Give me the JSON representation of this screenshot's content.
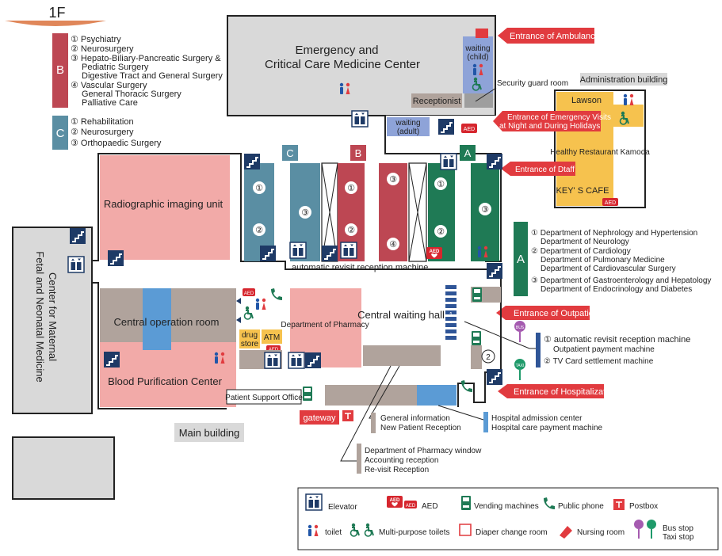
{
  "floor_label": "1F",
  "legend_b": {
    "letter": "B",
    "lines": [
      "① Psychiatry",
      "② Neurosurgery",
      "③ Hepato-Biliary-Pancreatic Surgery &",
      "Pediatric Surgery",
      "Digestive Tract and General Surgery",
      "④ Vascular Surgery",
      "General Thoracic Surgery",
      "Palliative Care"
    ]
  },
  "legend_c": {
    "letter": "C",
    "lines": [
      "① Rehabilitation",
      "② Neurosurgery",
      "③ Orthopaedic Surgery"
    ]
  },
  "legend_a": {
    "letter": "A",
    "lines": [
      "① Department of Nephrology and Hypertension",
      "Department of Neurology",
      "② Department of Cardiology",
      "Department of Pulmonary Medicine",
      "Department of Cardiovascular Surgery",
      "③ Department of Gastroenterology and Hepatology",
      "Department of Endocrinology and Diabetes"
    ]
  },
  "rooms": {
    "emergency_line1": "Emergency and",
    "emergency_line2": "Critical Care Medicine Center",
    "waiting_child_1": "waiting",
    "waiting_child_2": "(child)",
    "receptionist": "Receptionist",
    "security_guard": "Security guard room",
    "waiting_adult_1": "waiting",
    "waiting_adult_2": "(adult)",
    "administration": "Administration building",
    "lawson": "Lawson",
    "healthy_restaurant": "Healthy Restaurant Kamoda",
    "keys_cafe": "KEY' S CAFE",
    "radiographic": "Radiographic imaging unit",
    "maternal_1": "Center for Maternal",
    "maternal_2": "Fetal and Neonatal Medicine",
    "central_operation": "Central operation room",
    "blood_purification": "Blood Purification Center",
    "pharmacy": "Department of Pharmacy",
    "drug_store_1": "drug",
    "drug_store_2": "store",
    "atm": "ATM",
    "central_waiting_hall": "Central waiting hall",
    "patient_support": "Patient Support Office",
    "gateway": "gateway",
    "main_building": "Main building",
    "auto_revisit": "automatic revisit reception machine"
  },
  "block_letters": {
    "c": "C",
    "b": "B",
    "a": "A"
  },
  "block_numbers": {
    "c1": "①",
    "c2": "②",
    "c3": "③",
    "b1": "①",
    "b2": "②",
    "b3": "③",
    "b4": "④",
    "a1": "①",
    "a2": "②",
    "a3": "③"
  },
  "entrances": {
    "ambulance": "Entrance of Ambulance",
    "night_1": "Entrance of Emergency Visits",
    "night_2": "at Night and During Holidays",
    "staff": "Entrance of Dtaff",
    "outpatient": "Entrance of Outpatient",
    "hospitalization": "Entrance of Hospitalization"
  },
  "callouts": {
    "machines_1": "① automatic revisit reception machine",
    "machines_2": "Outpatient payment machine",
    "machines_3": "② TV Card settlement machine",
    "general_info_1": "General information",
    "general_info_2": "New Patient Reception",
    "admission_1": "Hospital admission center",
    "admission_2": "Hospital care payment machine",
    "pharmacy_window_1": "Department of Pharmacy window",
    "pharmacy_window_2": "Accounting reception",
    "pharmacy_window_3": "Re-visit Reception",
    "num1": "1",
    "num2": "2"
  },
  "aed_tag": "AED",
  "icon_legend": {
    "elevator": "Elevator",
    "aed": "AED",
    "vending": "Vending machines",
    "phone": "Public phone",
    "postbox": "Postbox",
    "toilet": "toilet",
    "multi_toilet": "Multi-purpose toilets",
    "diaper": "Diaper change room",
    "nursing": "Nursing room",
    "bus": "Bus stop",
    "taxi": "Taxi stop",
    "bus_tag": "BUS",
    "taxi_tag": "TAXI"
  },
  "colors": {
    "gray": "#d9d9d9",
    "pink": "#f2aaa8",
    "crimson": "#bd4753",
    "teal": "#5a8ea3",
    "green": "#1f7a55",
    "navy": "#1e3a66",
    "blue": "#5b9bd5",
    "red_arrow": "#e13b3f",
    "orange_yellow": "#f6c24e",
    "floor_accent": "#e0875a",
    "brown": "#b0a39c"
  }
}
